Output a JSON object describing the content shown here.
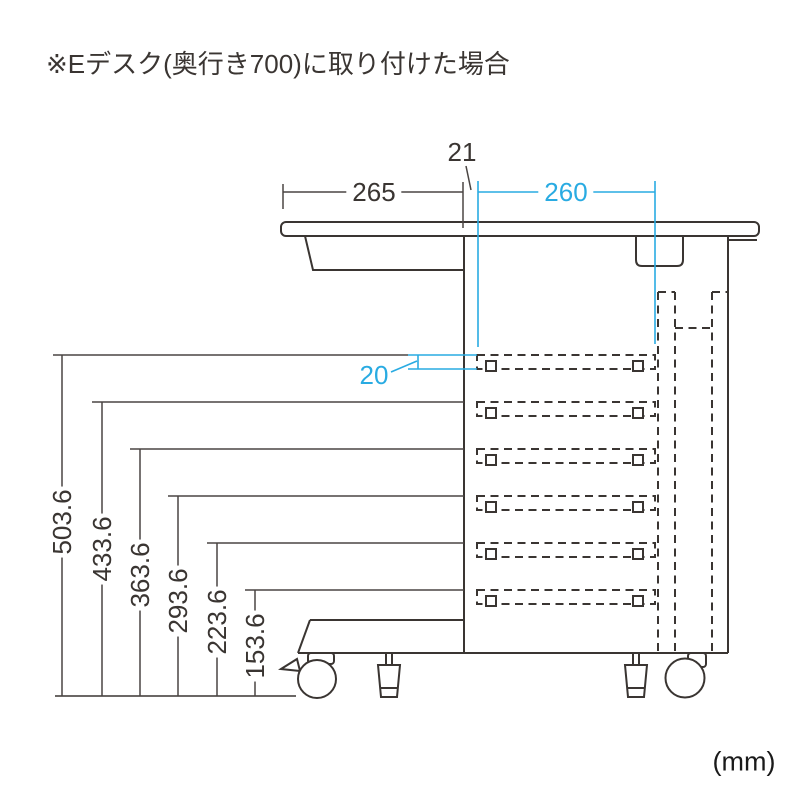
{
  "title": "※Eデスク(奥行き700)に取り付けた場合",
  "unit_label": "(mm)",
  "colors": {
    "line": "#3a3532",
    "accent_cyan": "#29abe2",
    "background": "#ffffff"
  },
  "dimensions": {
    "top_front_depth": "265",
    "top_gap": "21",
    "top_rear_depth": "260",
    "slot_pitch": "20",
    "heights": [
      "503.6",
      "433.6",
      "363.6",
      "293.6",
      "223.6",
      "153.6"
    ]
  },
  "icons": {
    "front_caster": "caster-wheel-with-lock-lever",
    "rear_caster": "caster-wheel",
    "adjuster_feet": "height-adjuster-foot"
  }
}
